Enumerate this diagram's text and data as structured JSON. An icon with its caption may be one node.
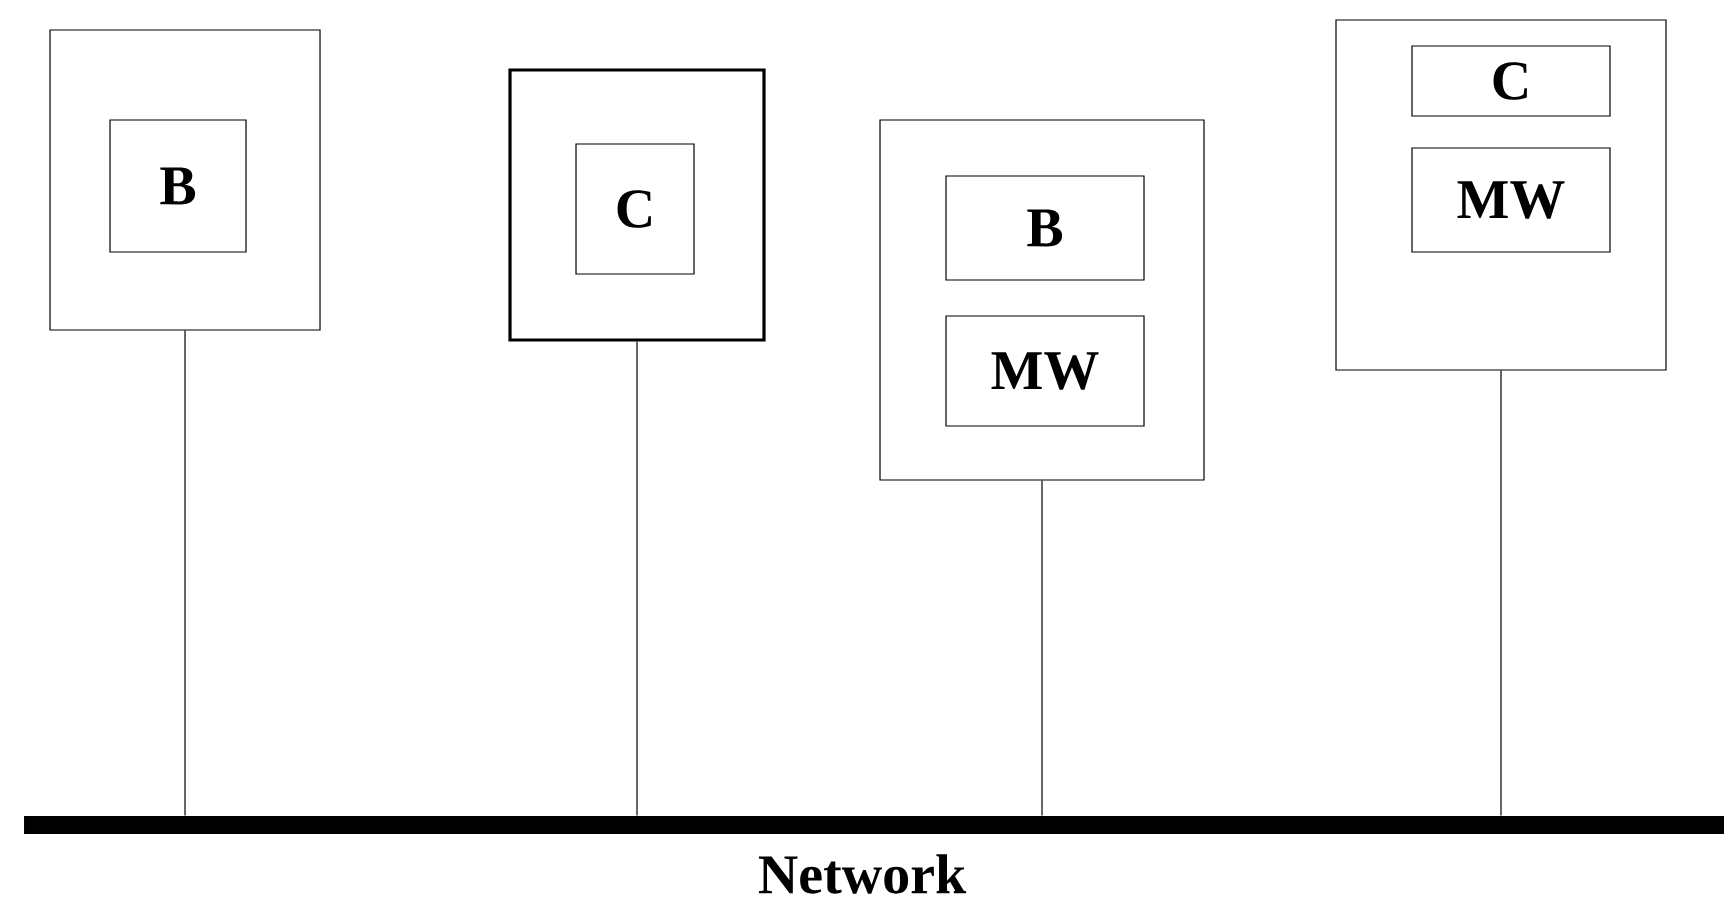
{
  "diagram": {
    "nodes": [
      {
        "text": [],
        "shape": "box"
      },
      {
        "text": [
          "B"
        ],
        "in": 0
      },
      {
        "text": [],
        "shape": "box"
      },
      {
        "text": [
          "C"
        ],
        "in": 2
      },
      {
        "text": [],
        "shape": "box"
      },
      {
        "text": [
          "B"
        ],
        "in": 4
      },
      {
        "text": [
          "MW"
        ],
        "in": 4
      },
      {
        "text": [],
        "shape": "box"
      },
      {
        "text": [
          "C"
        ],
        "in": 7
      },
      {
        "text": [
          "MW"
        ],
        "in": 7
      },
      {
        "text": [
          "Network"
        ]
      }
    ],
    "edges": [
      {
        "from": 0,
        "to": 10,
        "arrow": "none"
      },
      {
        "from": 2,
        "to": 10,
        "arrow": "none"
      },
      {
        "from": 4,
        "to": 10,
        "arrow": "none"
      },
      {
        "from": 7,
        "to": 10,
        "arrow": "none"
      }
    ]
  }
}
